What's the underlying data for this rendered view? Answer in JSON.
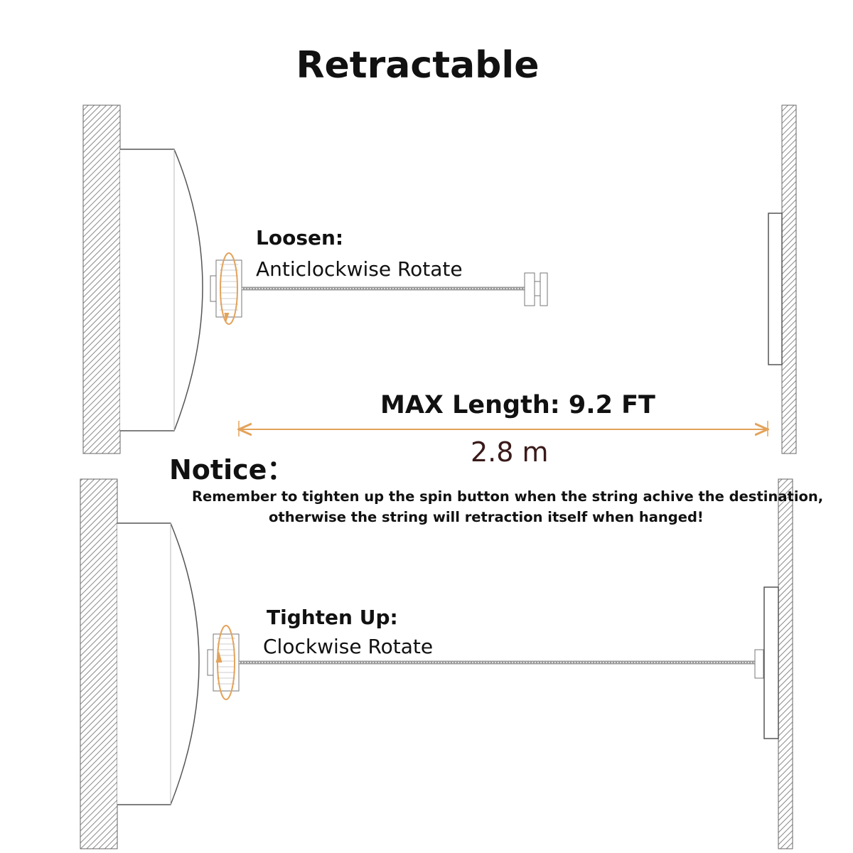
{
  "title": "Retractable",
  "loosen": {
    "heading": "Loosen:",
    "instruction": "Anticlockwise Rotate"
  },
  "measurement": {
    "max_length": "MAX Length: 9.2 FT",
    "metric": "2.8 m"
  },
  "notice": {
    "heading": "Notice：",
    "line1": "Remember to tighten up the spin button when the string achive the destination,",
    "line2": "otherwise the string will retraction itself when hanged!"
  },
  "tighten": {
    "heading": "Tighten Up:",
    "instruction": "Clockwise Rotate"
  },
  "colors": {
    "arrow": "#e3a35a",
    "outline": "#555555",
    "hatch": "#888888"
  }
}
